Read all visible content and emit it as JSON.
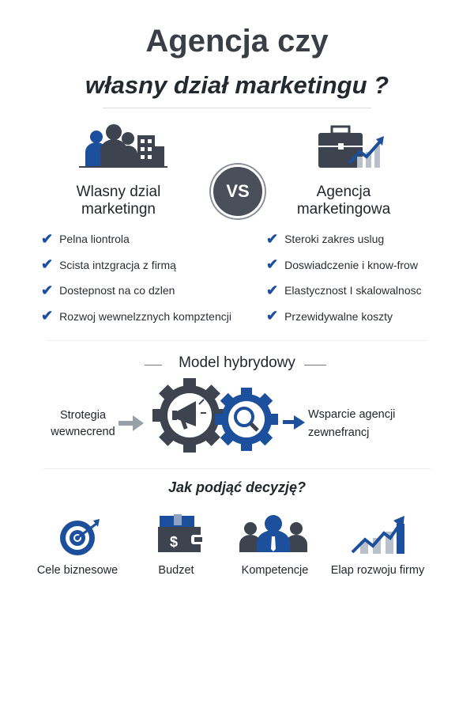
{
  "title": {
    "line1": "Agencja czy",
    "line2": "własny dział marketingu ?"
  },
  "left": {
    "heading": "Wlasny dzial marketingn",
    "items": [
      "Pelna liontrola",
      "Scista intzgracja z firmą",
      "Dostepnost  na co dzlen",
      "Rozwoj wewnelzznych kompztencji"
    ]
  },
  "vs": "VS",
  "right": {
    "heading": "Agencja marketingowa",
    "items": [
      "Steroki zakres uslug",
      "Doswiadczenie i know-frow",
      "Elastycznost I skalowalnosc",
      "Przewidywalne koszty"
    ]
  },
  "hybrid": {
    "heading": "Model hybrydowy",
    "left_text": [
      "Strotegia",
      "wewnecrend"
    ],
    "right_text": [
      "Wsparcie agencji",
      "zewnefrancj"
    ]
  },
  "decision": {
    "heading": "Jak podjąć decyzję?",
    "items": [
      "Cele biznesowe",
      "Budzet",
      "Kompetencje",
      "Elap rozwoju firmy"
    ]
  },
  "colors": {
    "blue": "#1c4f9c",
    "dark": "#3d4450"
  }
}
